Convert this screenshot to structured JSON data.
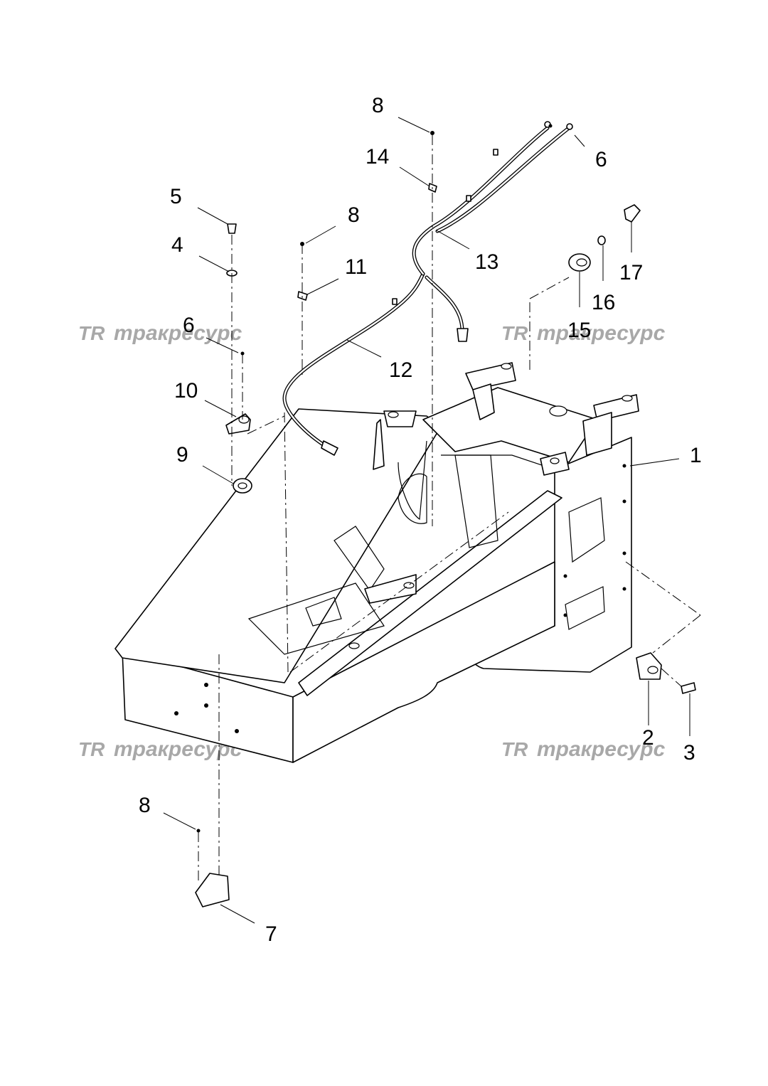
{
  "watermark": {
    "logo_text": "TR",
    "brand_text": "тракресурс"
  },
  "callouts": [
    {
      "id": "c1",
      "label": "1"
    },
    {
      "id": "c2",
      "label": "2"
    },
    {
      "id": "c3",
      "label": "3"
    },
    {
      "id": "c4",
      "label": "4"
    },
    {
      "id": "c5",
      "label": "5"
    },
    {
      "id": "c6a",
      "label": "6"
    },
    {
      "id": "c6b",
      "label": "6"
    },
    {
      "id": "c7",
      "label": "7"
    },
    {
      "id": "c8a",
      "label": "8"
    },
    {
      "id": "c8b",
      "label": "8"
    },
    {
      "id": "c8c",
      "label": "8"
    },
    {
      "id": "c9",
      "label": "9"
    },
    {
      "id": "c10",
      "label": "10"
    },
    {
      "id": "c11",
      "label": "11"
    },
    {
      "id": "c12",
      "label": "12"
    },
    {
      "id": "c13",
      "label": "13"
    },
    {
      "id": "c14",
      "label": "14"
    },
    {
      "id": "c15",
      "label": "15"
    },
    {
      "id": "c16",
      "label": "16"
    },
    {
      "id": "c17",
      "label": "17"
    }
  ]
}
